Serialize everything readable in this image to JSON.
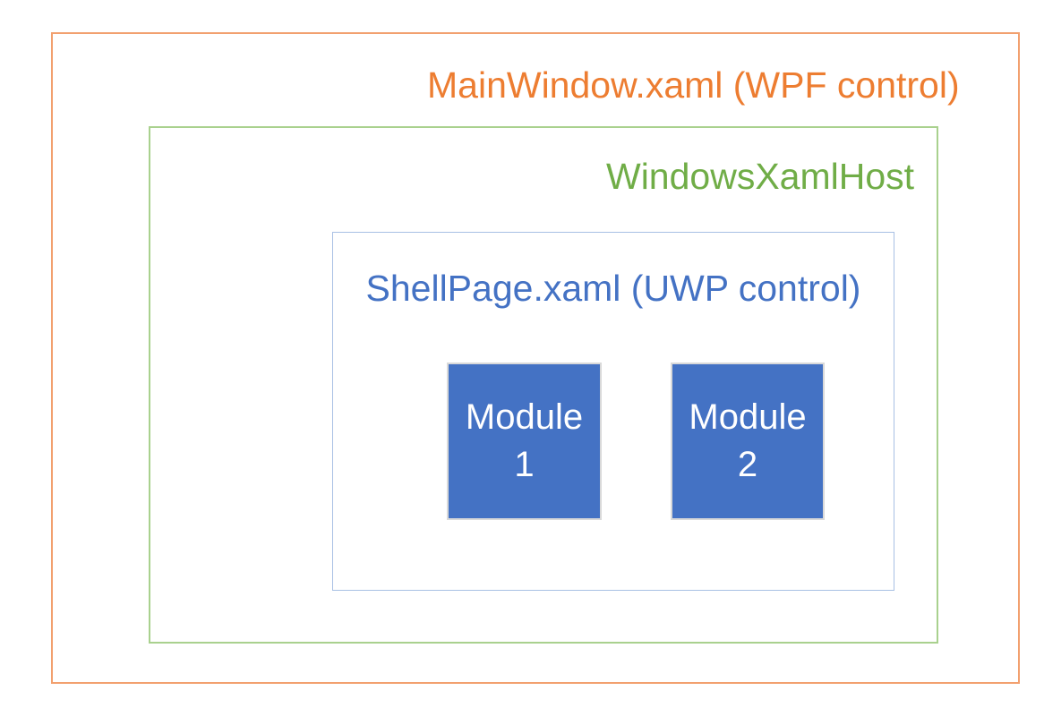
{
  "diagram": {
    "outer_box": {
      "label": "MainWindow.xaml (WPF control)",
      "text_color": "#ED7D31",
      "border_color": "#F2A06F"
    },
    "host_box": {
      "label": "WindowsXamlHost",
      "text_color": "#70AD47",
      "border_color": "#A9D18E"
    },
    "shell_box": {
      "label": "ShellPage.xaml (UWP control)",
      "text_color": "#4472C4",
      "border_color": "#A8C0E4"
    },
    "modules": [
      {
        "label": "Module 1"
      },
      {
        "label": "Module 2"
      }
    ],
    "module_style": {
      "fill": "#4472C4",
      "text_color": "#FFFFFF",
      "border_color": "#D9D9D9"
    }
  }
}
